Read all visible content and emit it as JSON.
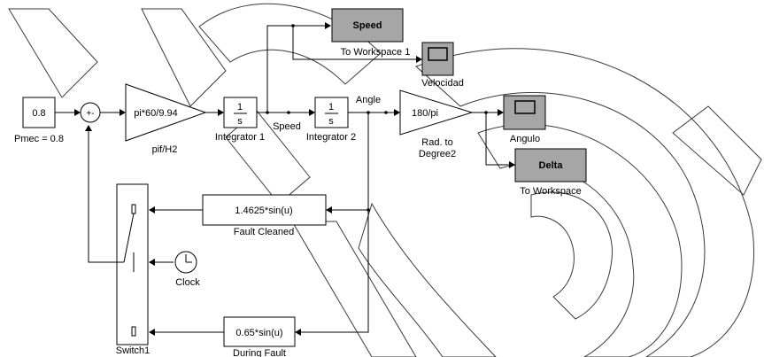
{
  "blocks": {
    "const_value": "0.8",
    "const_label": "Pmec = 0.8",
    "sum_sign": "+-",
    "gain1_expr": "pi*60/9.94",
    "gain1_label": "pif/H2",
    "integrator_num": "1",
    "integrator_den": "s",
    "integrator1_label": "Integrator 1",
    "integrator2_label": "Integrator 2",
    "speed_signal": "Speed",
    "angle_signal": "Angle",
    "gain2_expr": "180/pi",
    "gain2_label_line1": "Rad. to",
    "gain2_label_line2": "Degree2",
    "speed_ws_name": "Speed",
    "speed_ws_label": "To Workspace 1",
    "scope_velocidad_label": "Velocidad",
    "scope_angulo_label": "Angulo",
    "delta_ws_name": "Delta",
    "delta_ws_label": "To Workspace",
    "fcn1_expr": "1.4625*sin(u)",
    "fcn1_label": "Fault Cleaned",
    "fcn2_expr": "0.65*sin(u)",
    "fcn2_label": "During Fault",
    "clock_label": "Clock",
    "switch_label": "Switch1"
  }
}
